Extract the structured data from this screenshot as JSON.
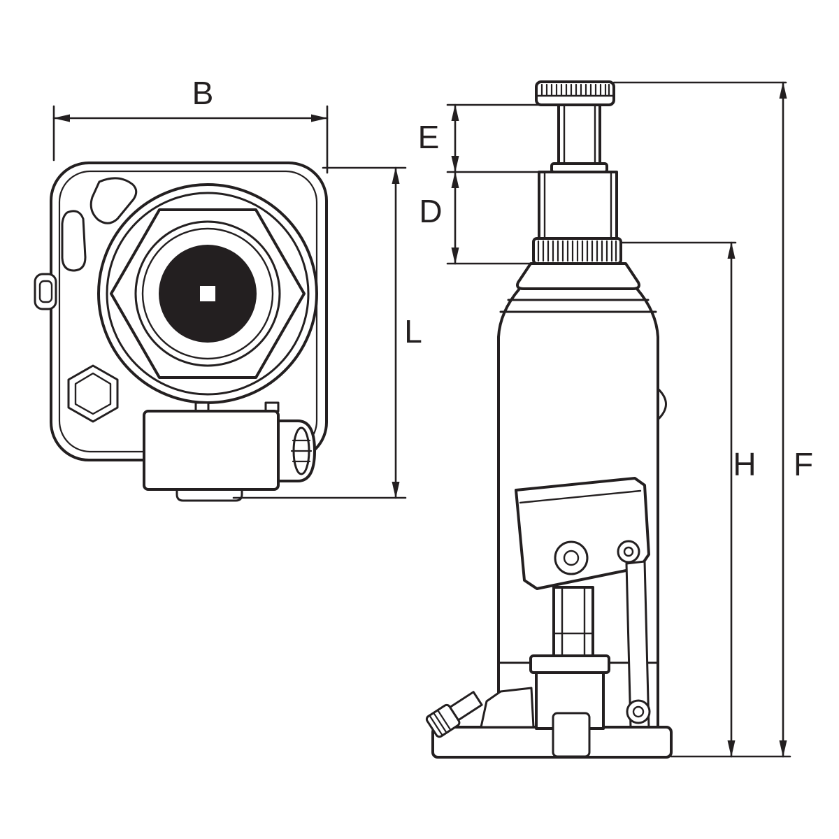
{
  "diagram": {
    "background_color": "#ffffff",
    "line_color": "#231f20",
    "labels": {
      "b": "B",
      "e": "E",
      "d": "D",
      "l": "L",
      "h": "H",
      "f": "F"
    }
  }
}
